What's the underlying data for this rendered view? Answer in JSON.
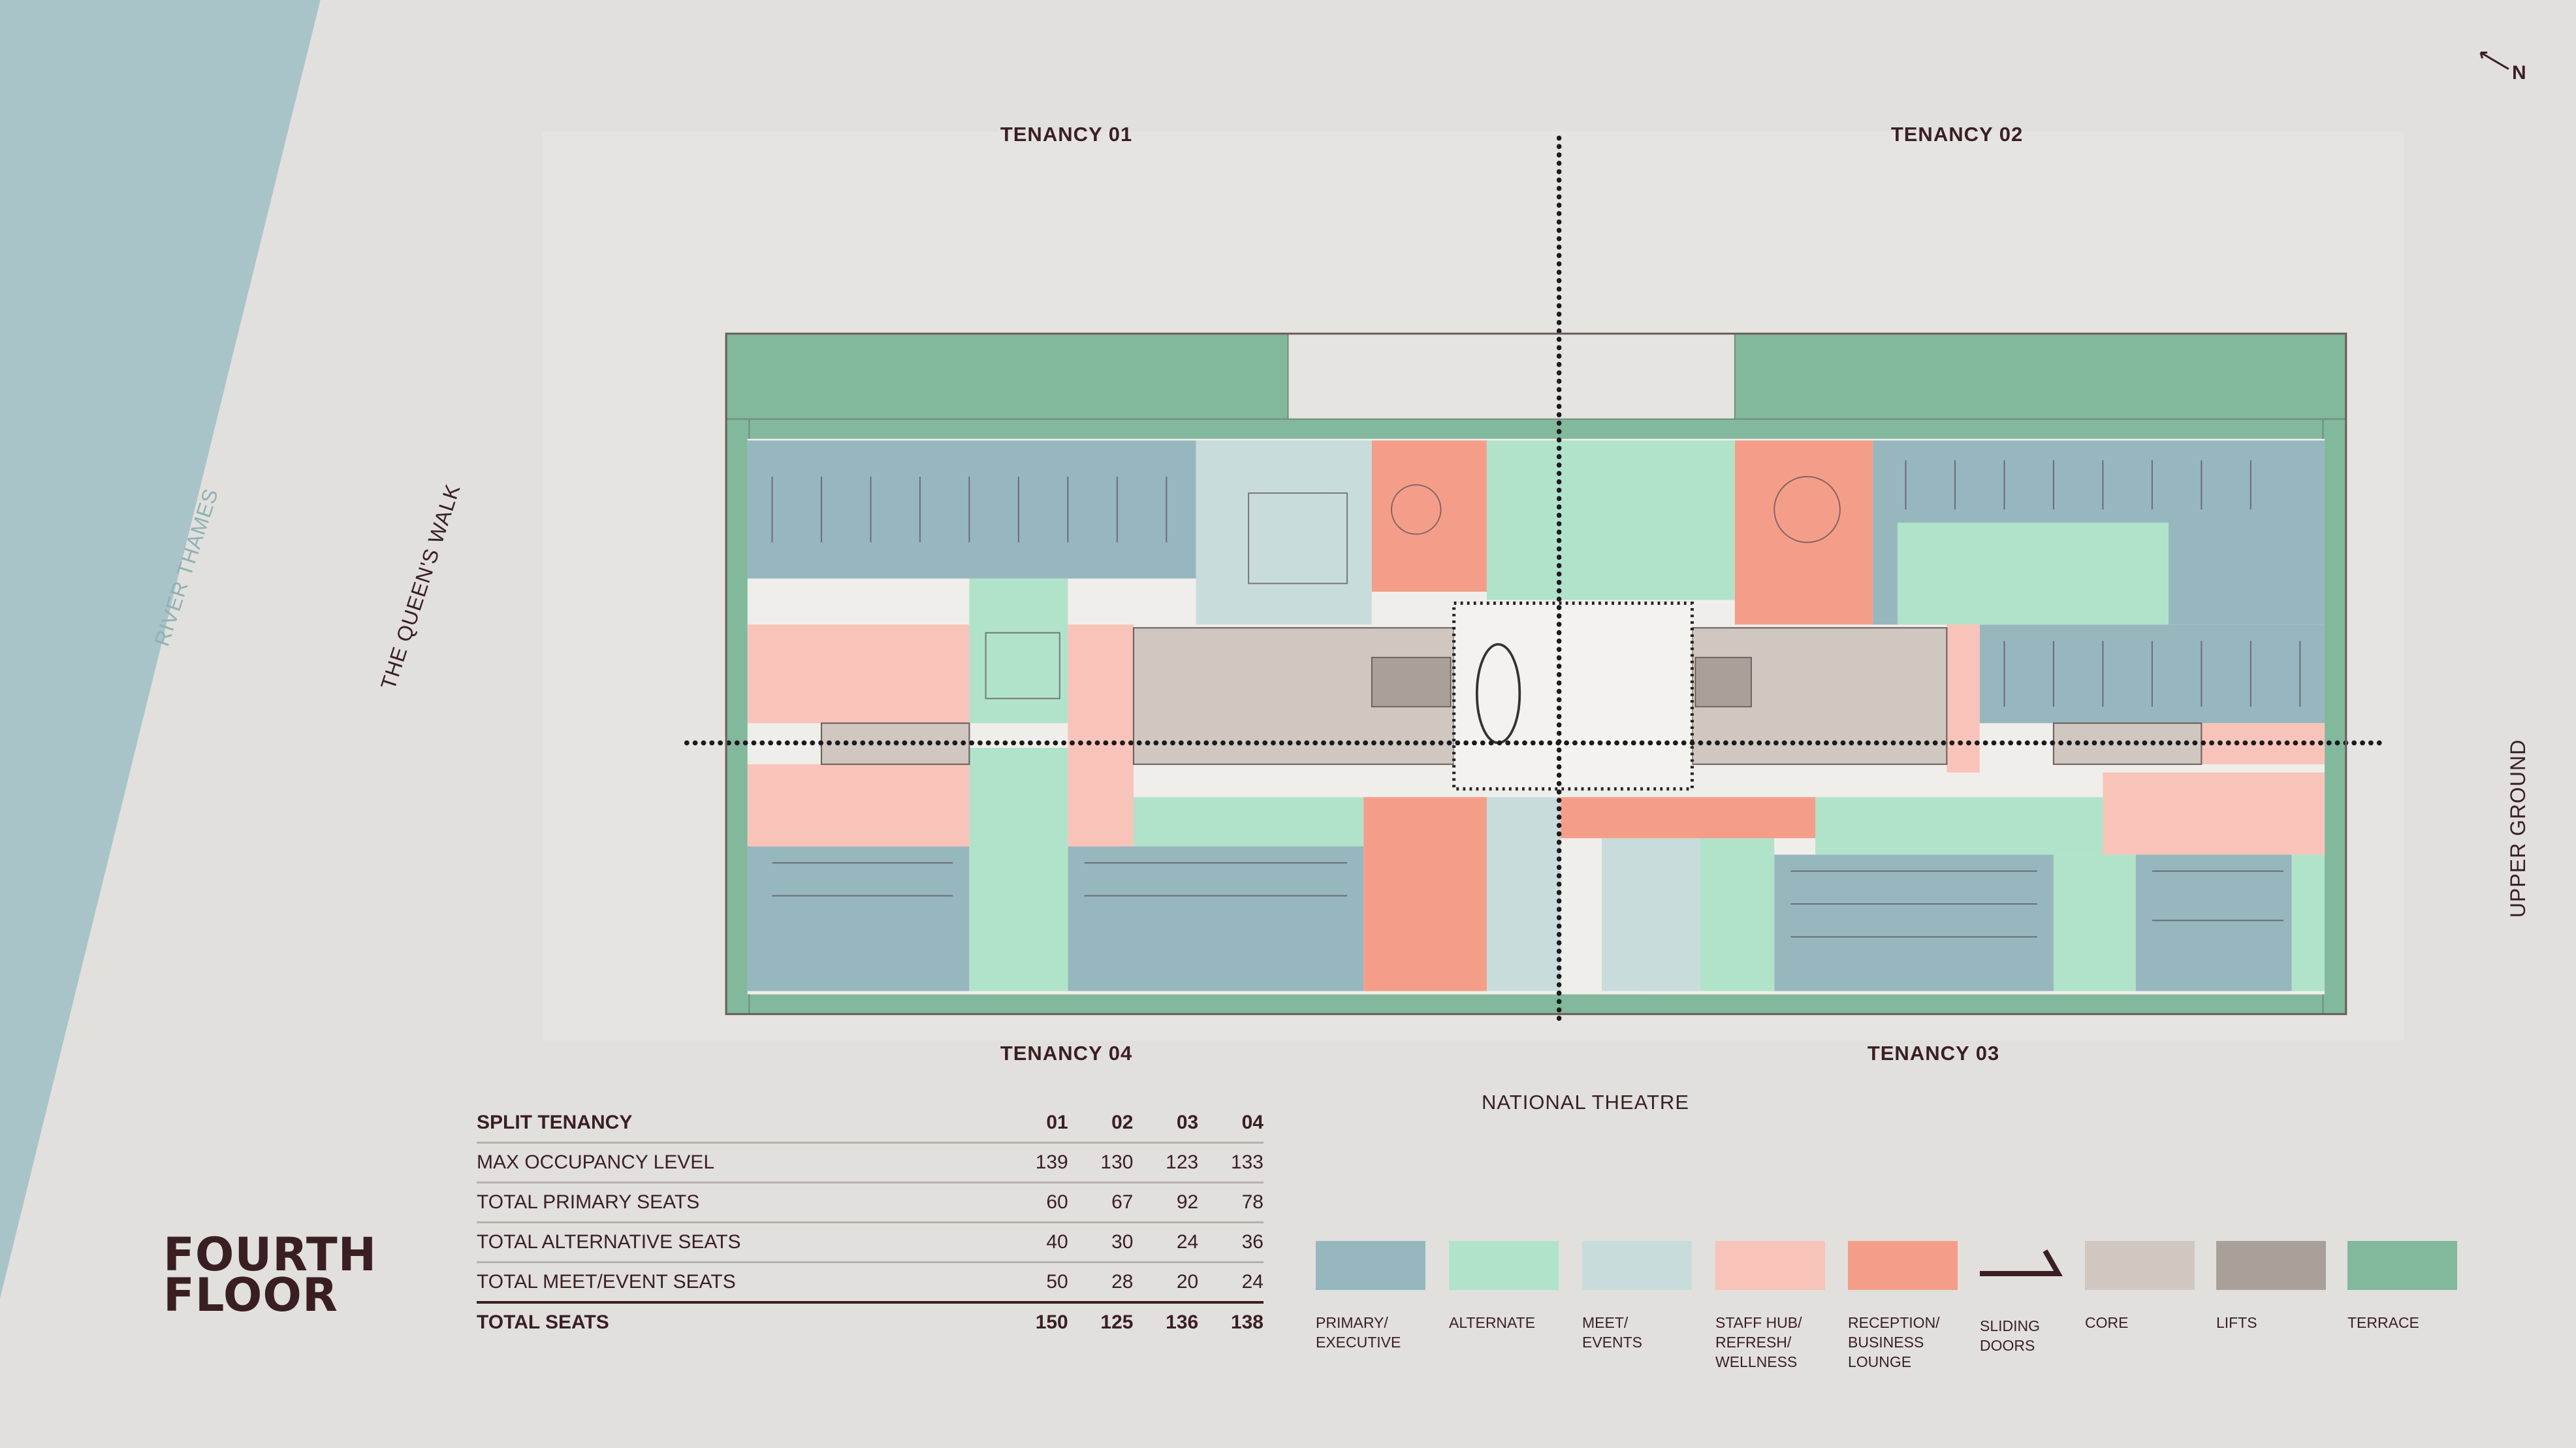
{
  "labels": {
    "river": "RIVER THAMES",
    "queens_walk": "THE QUEEN'S WALK",
    "upper_ground": "UPPER GROUND",
    "national_theatre": "NATIONAL THEATRE",
    "north": "N",
    "tenancy_01": "TENANCY 01",
    "tenancy_02": "TENANCY 02",
    "tenancy_03": "TENANCY 03",
    "tenancy_04": "TENANCY 04"
  },
  "title": {
    "line1": "FOURTH",
    "line2": "FLOOR"
  },
  "table": {
    "header": [
      "SPLIT TENANCY",
      "01",
      "02",
      "03",
      "04"
    ],
    "rows": [
      [
        "MAX OCCUPANCY LEVEL",
        "139",
        "130",
        "123",
        "133"
      ],
      [
        "TOTAL PRIMARY SEATS",
        "60",
        "67",
        "92",
        "78"
      ],
      [
        "TOTAL ALTERNATIVE SEATS",
        "40",
        "30",
        "24",
        "36"
      ],
      [
        "TOTAL MEET/EVENT SEATS",
        "50",
        "28",
        "20",
        "24"
      ]
    ],
    "total": [
      "TOTAL SEATS",
      "150",
      "125",
      "136",
      "138"
    ]
  },
  "legend": [
    {
      "label": "PRIMARY/ EXECUTIVE",
      "color": "#97b7bf"
    },
    {
      "label": "ALTERNATE",
      "color": "#b1e3cb"
    },
    {
      "label": "MEET/ EVENTS",
      "color": "#c8dcdc"
    },
    {
      "label": "STAFF HUB/ REFRESH/ WELLNESS",
      "color": "#f8c4ba"
    },
    {
      "label": "RECEPTION/ BUSINESS LOUNGE",
      "color": "#f49e89"
    },
    {
      "label": "SLIDING DOORS",
      "color": "#3a1f22"
    },
    {
      "label": "CORE",
      "color": "#cfc7c0"
    },
    {
      "label": "LIFTS",
      "color": "#aaa09a"
    },
    {
      "label": "TERRACE",
      "color": "#82b89c"
    }
  ]
}
